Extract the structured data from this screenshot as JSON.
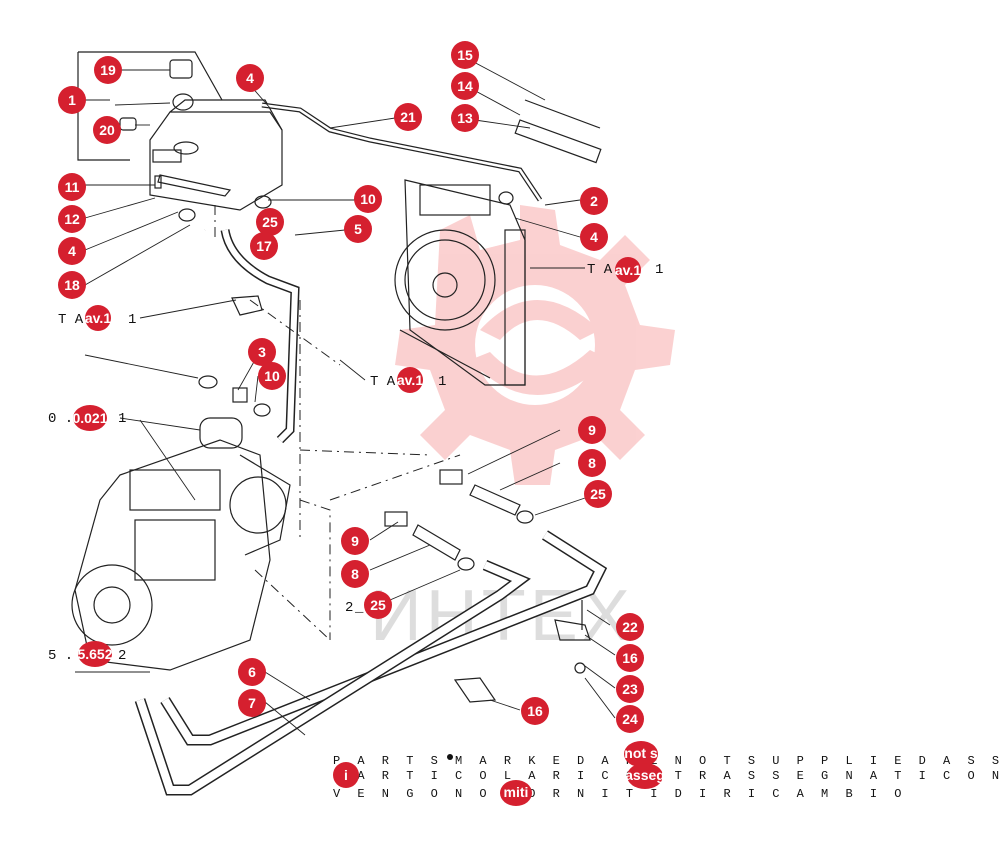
{
  "callouts": [
    "19",
    "1",
    "20",
    "4",
    "21",
    "15",
    "14",
    "13",
    "11",
    "12",
    "2",
    "10",
    "5",
    "4",
    "18",
    "25",
    "17",
    "4",
    "3",
    "10",
    "9",
    "8",
    "25",
    "9",
    "8",
    "25",
    "22",
    "16",
    "23",
    "24",
    "16",
    "6",
    "7"
  ],
  "references": {
    "tav_right": "T A",
    "tav_right_suffix": "av.1",
    "tav_right_tail": "1",
    "tav_left": "T A",
    "tav_left_suffix": "av.1",
    "tav_left_tail": "1",
    "tav_mid": "T A",
    "tav_mid_suffix": "av.1",
    "tav_mid_tail": "1",
    "engine_ref_a": "0 .",
    "engine_ref_b": "0.021",
    "engine_ref_c": "1",
    "bottom_ref_a": "5 .",
    "bottom_ref_b": "5.652",
    "bottom_ref_c": "2",
    "qty_25": "2",
    "qty_separator": "_"
  },
  "footer_notes": {
    "line1": "P A R T S   M A R K E D          A R E   N O T   S U P P L I E D   A S   S P A R E S",
    "line2": "P A R T I C O L A R I   C O N T R A S S E G N A T I     C O N          N O N",
    "line3": "V E N G O N O   F O R N I T I   D I   R I C A M B I O",
    "badge_not": "not s",
    "badge_i": "i",
    "badge_seg": "asseg",
    "badge_miti": "miti"
  },
  "watermark": {
    "text": "ИНТЕХ",
    "gear_color": "#f05a5a"
  },
  "colors": {
    "callout": "#d5202f",
    "callout_text": "#ffffff",
    "line": "#222222"
  }
}
